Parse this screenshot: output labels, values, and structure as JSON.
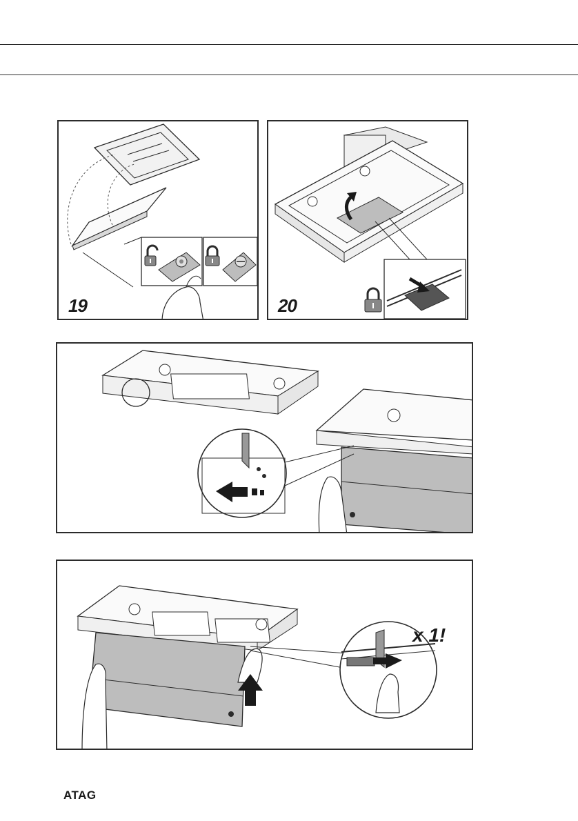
{
  "steps": {
    "step19": {
      "number": "19"
    },
    "step20": {
      "number": "20"
    }
  },
  "panel_install": {
    "repeat_label": "x 1!"
  },
  "footer": {
    "brand": "ATAG"
  },
  "icons": [
    "unlocked-padlock-icon",
    "locked-padlock-icon",
    "push-arrow-icon",
    "lift-arrow-icon",
    "slide-arrow-icon"
  ],
  "colors": {
    "line": "#2b2b2b",
    "filter_grey": "#bdbdbd",
    "hood_grey": "#e6e6e6"
  }
}
